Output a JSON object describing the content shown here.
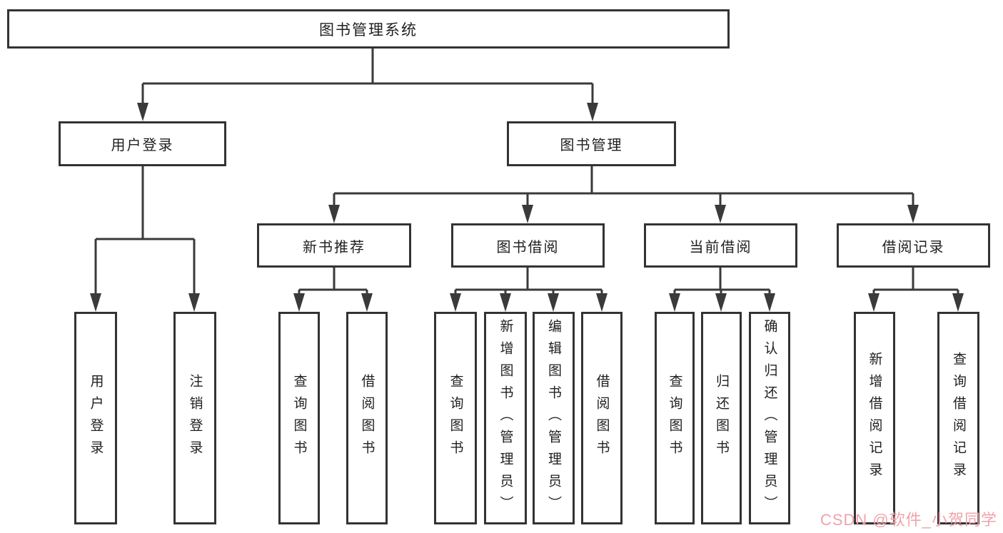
{
  "nodes": {
    "root": "图书管理系统",
    "user_login": "用户登录",
    "book_mgmt": "图书管理",
    "new_book_rec": "新书推荐",
    "book_borrow": "图书借阅",
    "current_borrow": "当前借阅",
    "borrow_record": "借阅记录",
    "ul_login": "用户登录",
    "ul_logout": "注销登录",
    "nb_query": "查询图书",
    "nb_borrow": "借阅图书",
    "bb_query": "查询图书",
    "bb_add": "新增图书（管理员）",
    "bb_edit": "编辑图书（管理员）",
    "bb_borrow": "借阅图书",
    "cb_query": "查询图书",
    "cb_return": "归还图书",
    "cb_confirm": "确认归还（管理员）",
    "br_add": "新增借阅记录",
    "br_query": "查询借阅记录"
  },
  "edges": [
    [
      "图书管理系统",
      "用户登录"
    ],
    [
      "图书管理系统",
      "图书管理"
    ],
    [
      "用户登录",
      "用户登录"
    ],
    [
      "用户登录",
      "注销登录"
    ],
    [
      "图书管理",
      "新书推荐"
    ],
    [
      "图书管理",
      "图书借阅"
    ],
    [
      "图书管理",
      "当前借阅"
    ],
    [
      "图书管理",
      "借阅记录"
    ],
    [
      "新书推荐",
      "查询图书"
    ],
    [
      "新书推荐",
      "借阅图书"
    ],
    [
      "图书借阅",
      "查询图书"
    ],
    [
      "图书借阅",
      "新增图书（管理员）"
    ],
    [
      "图书借阅",
      "编辑图书（管理员）"
    ],
    [
      "图书借阅",
      "借阅图书"
    ],
    [
      "当前借阅",
      "查询图书"
    ],
    [
      "当前借阅",
      "归还图书"
    ],
    [
      "当前借阅",
      "确认归还（管理员）"
    ],
    [
      "借阅记录",
      "新增借阅记录"
    ],
    [
      "借阅记录",
      "查询借阅记录"
    ]
  ],
  "watermark": {
    "text": "CSDN @软件_小贺同学",
    "color": "#f0a2ab"
  },
  "colors": {
    "line": "#3a3a3a",
    "box_border": "#333333",
    "text": "#1f1f1f",
    "background": "#ffffff"
  }
}
